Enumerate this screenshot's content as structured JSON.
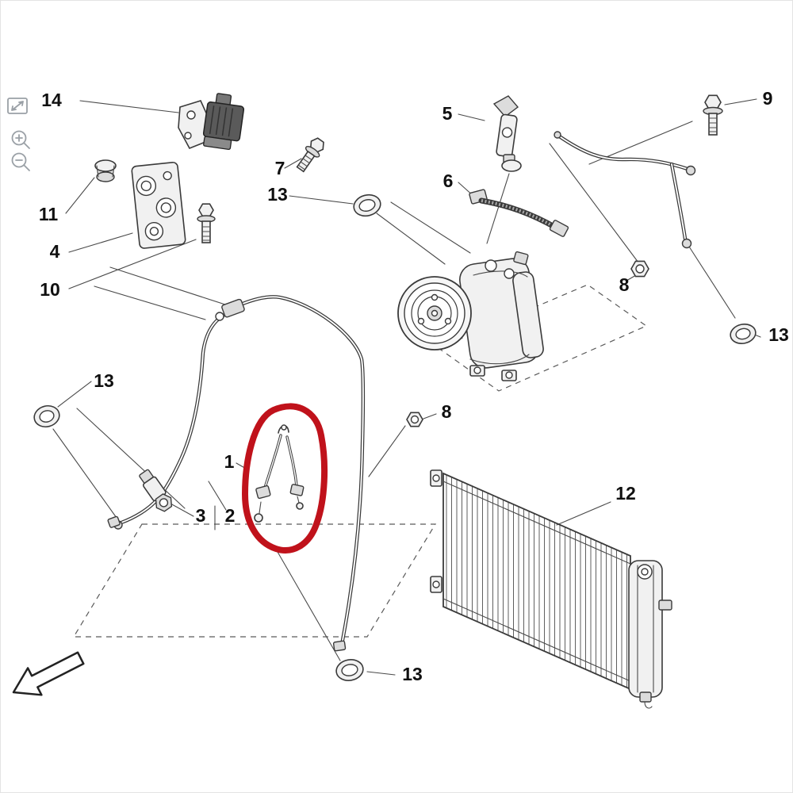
{
  "colors": {
    "line": "#3a3a3a",
    "highlight_circle": "#c0121b",
    "label": "#101010",
    "viewer_icon": "#9aa0a6",
    "dashed": "#5a5a5a"
  },
  "viewer": {
    "icons": [
      {
        "name": "fit-view-icon"
      },
      {
        "name": "zoom-in-icon"
      },
      {
        "name": "zoom-out-icon"
      }
    ]
  },
  "labels": [
    {
      "part": "14",
      "text": "14"
    },
    {
      "part": "11",
      "text": "11"
    },
    {
      "part": "4",
      "text": "4"
    },
    {
      "part": "10",
      "text": "10"
    },
    {
      "part": "7",
      "text": "7"
    },
    {
      "part": "13a",
      "text": "13"
    },
    {
      "part": "5",
      "text": "5"
    },
    {
      "part": "6",
      "text": "6"
    },
    {
      "part": "9",
      "text": "9"
    },
    {
      "part": "8a",
      "text": "8"
    },
    {
      "part": "13b",
      "text": "13"
    },
    {
      "part": "13c",
      "text": "13"
    },
    {
      "part": "1",
      "text": "1"
    },
    {
      "part": "3",
      "text": "3"
    },
    {
      "part": "2",
      "text": "2"
    },
    {
      "part": "8b",
      "text": "8"
    },
    {
      "part": "12",
      "text": "12"
    },
    {
      "part": "13d",
      "text": "13"
    }
  ]
}
